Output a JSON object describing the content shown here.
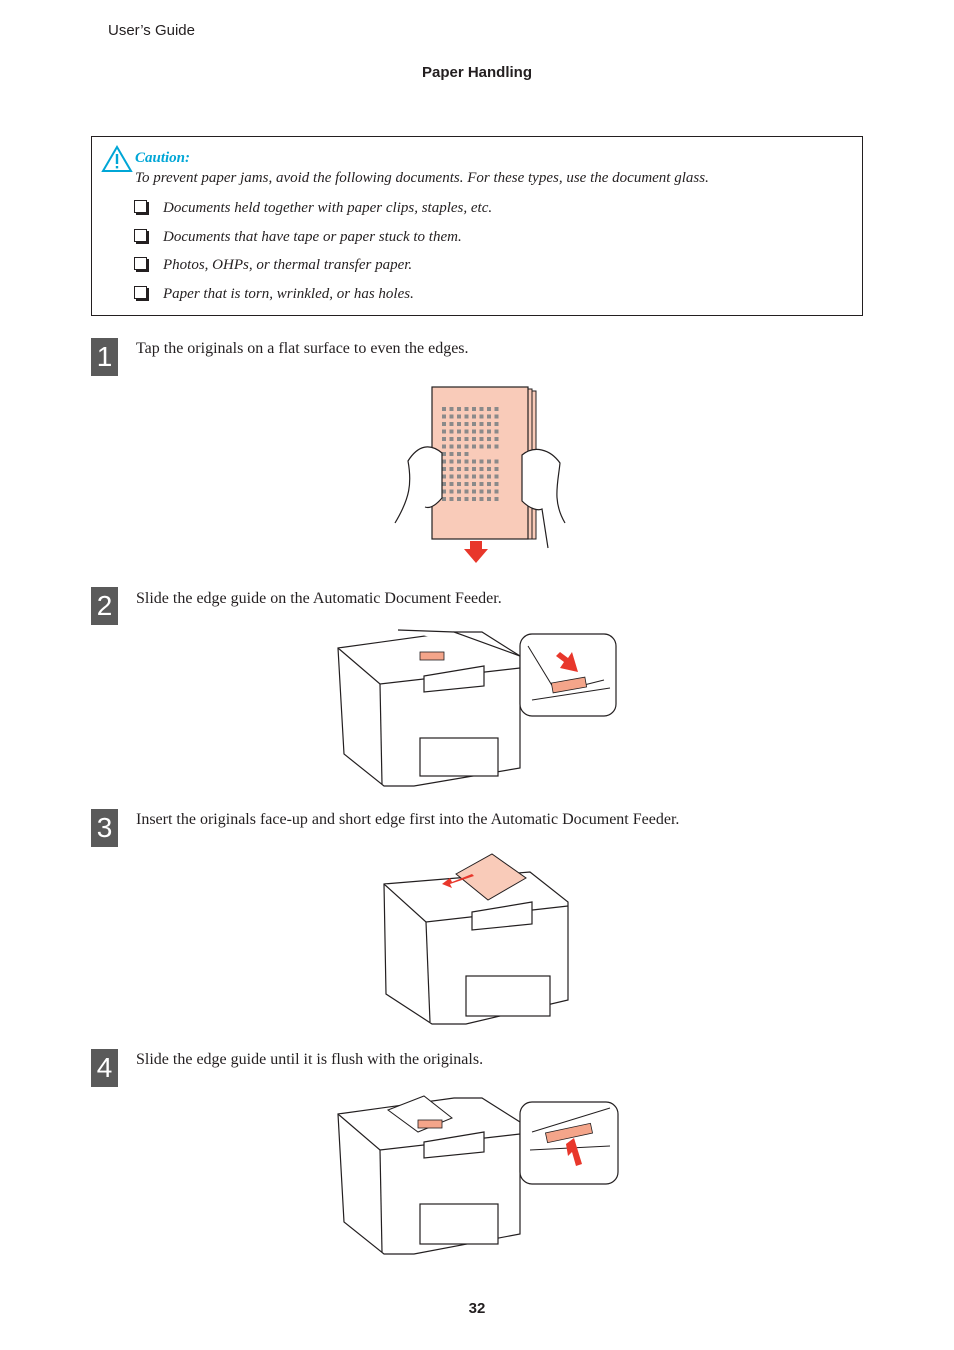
{
  "header": {
    "guide": "User’s Guide",
    "section": "Paper Handling"
  },
  "caution": {
    "title": "Caution:",
    "text": "To prevent paper jams, avoid the following documents. For these types, use the document glass.",
    "items": [
      "Documents held together with paper clips, staples, etc.",
      "Documents that have tape or paper stuck to them.",
      "Photos, OHPs, or thermal transfer paper.",
      "Paper that is torn, wrinkled, or has holes."
    ]
  },
  "steps": [
    {
      "num": "1",
      "text": "Tap the originals on a flat surface to even the edges."
    },
    {
      "num": "2",
      "text": "Slide the edge guide on the Automatic Document Feeder."
    },
    {
      "num": "3",
      "text": "Insert the originals face-up and short edge first into the Automatic Document Feeder."
    },
    {
      "num": "4",
      "text": "Slide the edge guide until it is flush with the originals."
    }
  ],
  "colors": {
    "accent": "#00a6d6",
    "arrow": "#e8372b",
    "paper": "#f9cbb9"
  },
  "footer": {
    "page": "32"
  }
}
